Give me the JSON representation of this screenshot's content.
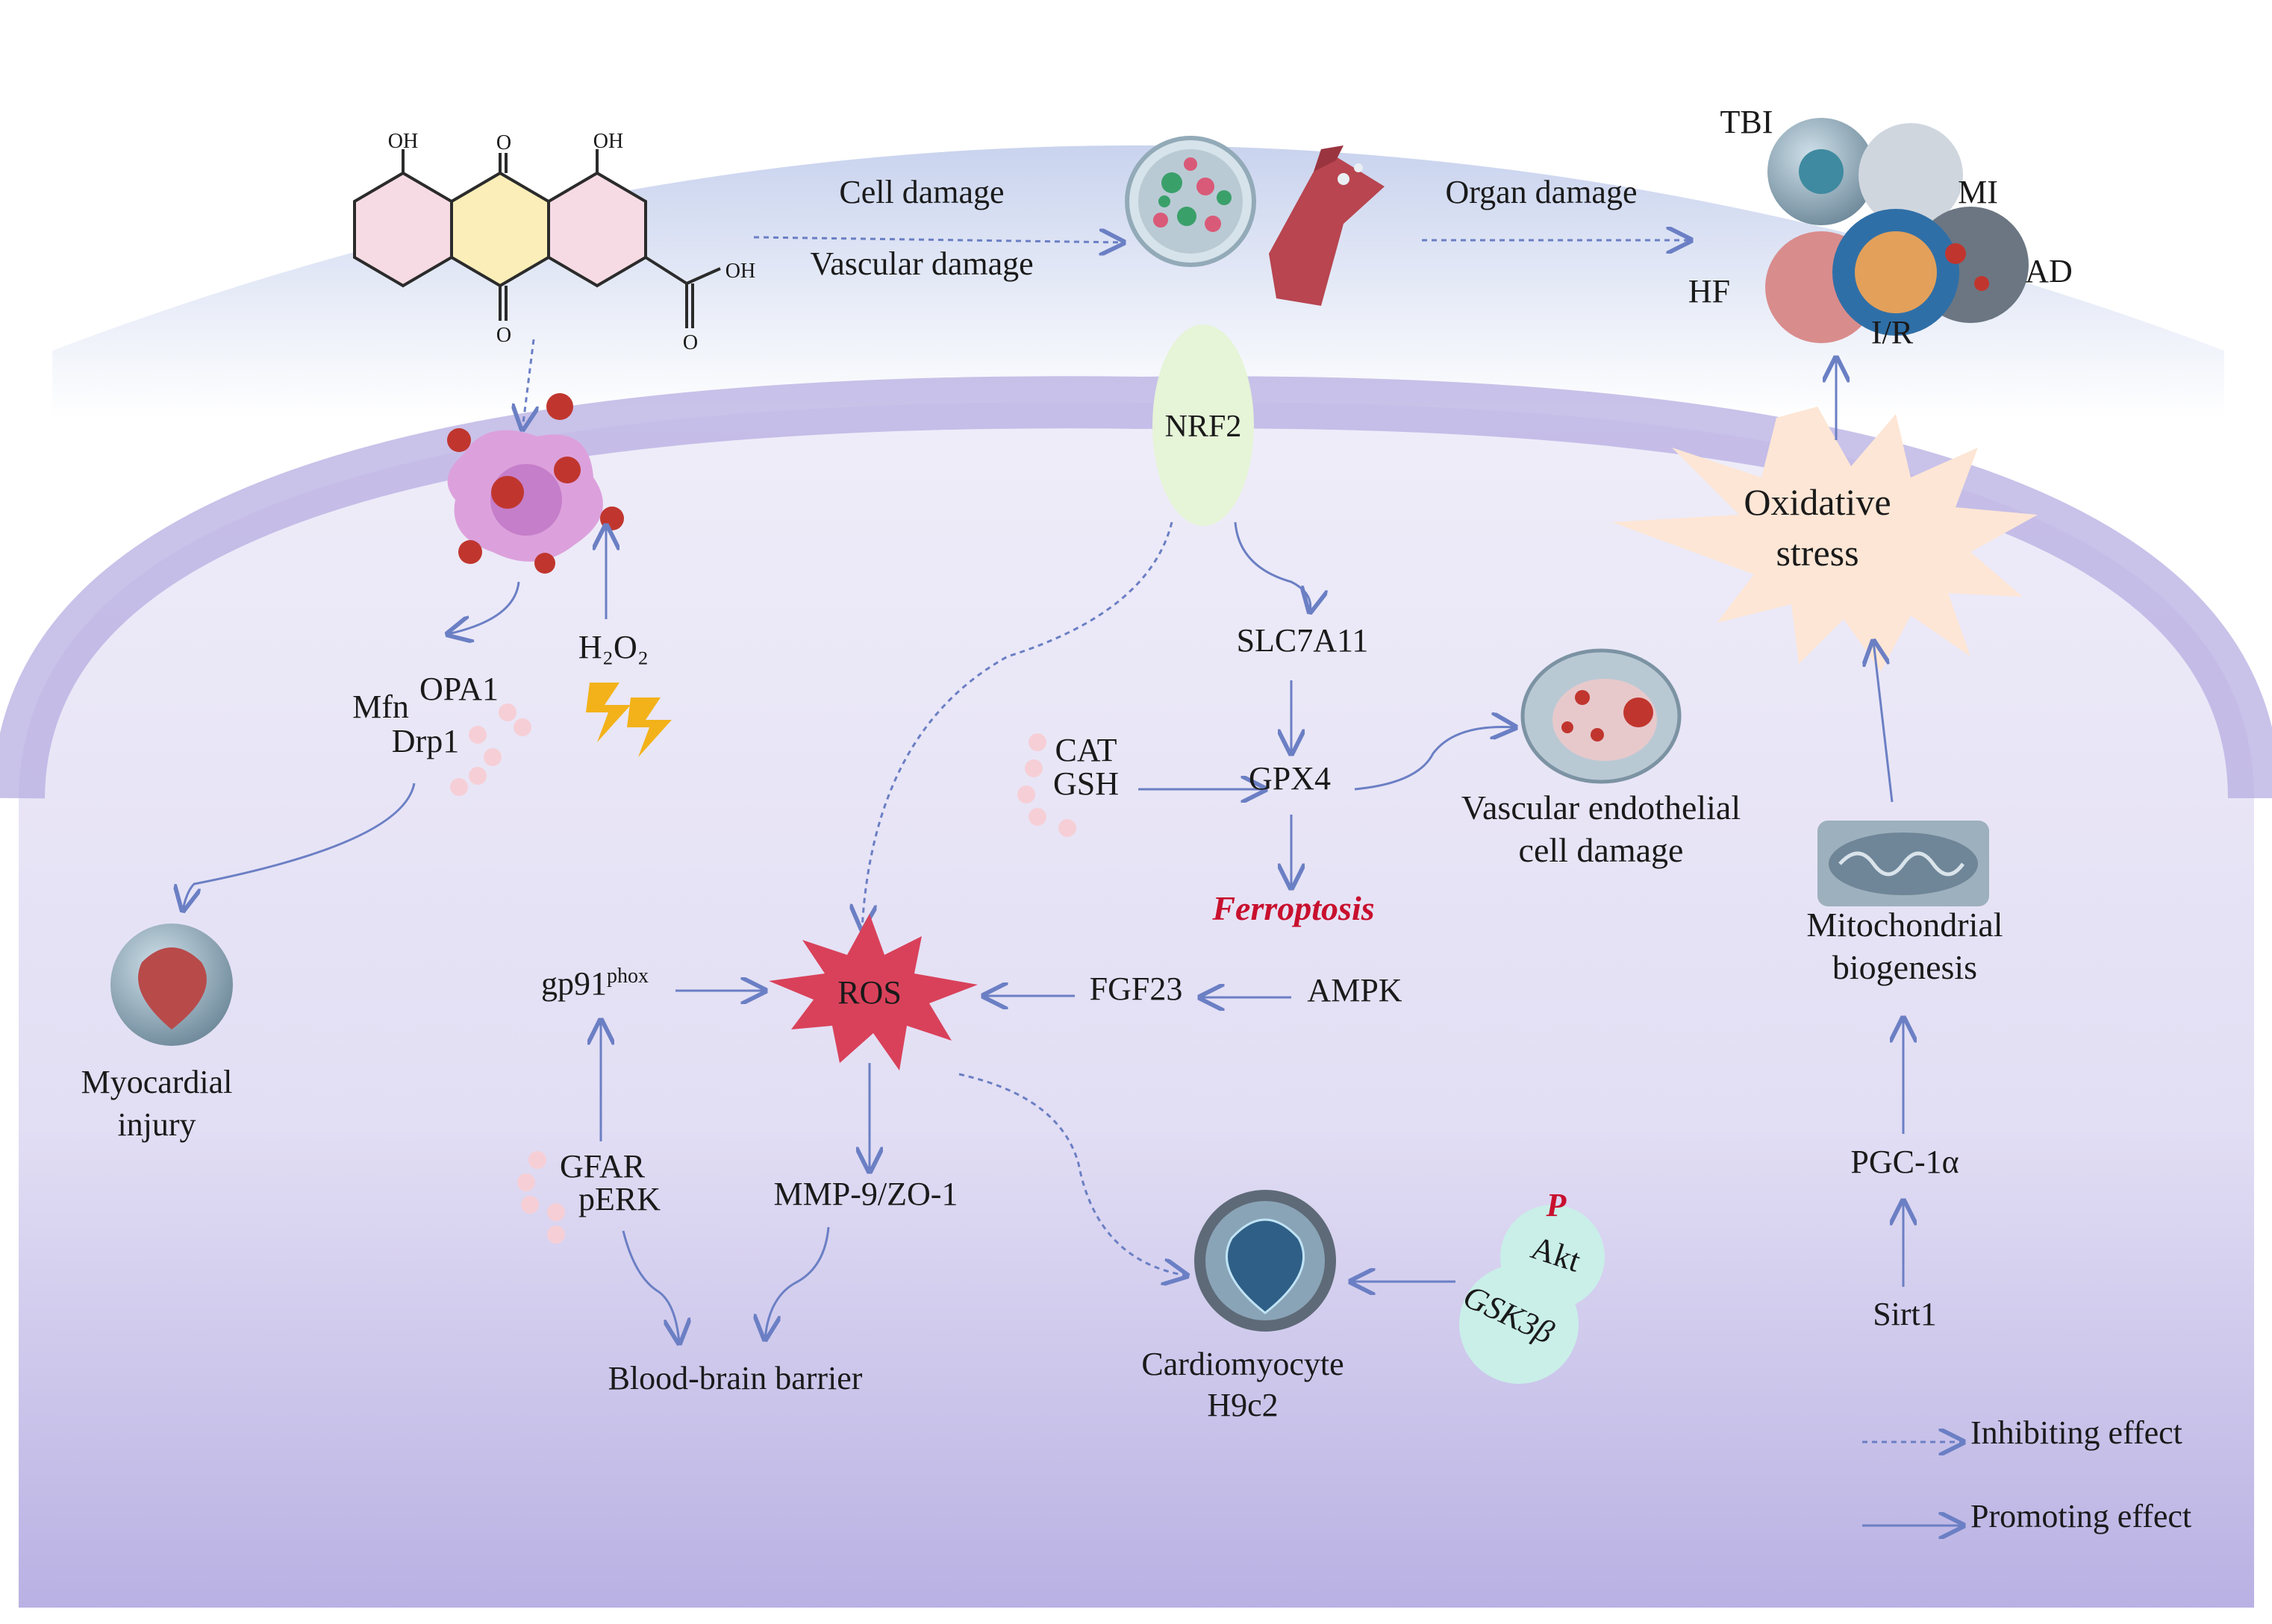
{
  "molecule": {
    "oh_left": "OH",
    "oh_right": "OH",
    "oh_acid": "OH",
    "o_top": "O",
    "o_bottom": "O",
    "o_acid": "O"
  },
  "labels": {
    "cell_damage": "Cell damage",
    "vascular_damage": "Vascular damage",
    "organ_damage": "Organ damage",
    "tbi": "TBI",
    "mi": "MI",
    "hf": "HF",
    "ad": "AD",
    "ir": "I/R",
    "nrf2": "NRF2",
    "oxidative_stress": [
      "Oxidative",
      "stress"
    ],
    "slc7a11": "SLC7A11",
    "gpx4": "GPX4",
    "cat": "CAT",
    "gsh": "GSH",
    "ferroptosis": "Ferroptosis",
    "vascular_endothelial": [
      "Vascular endothelial",
      "cell damage"
    ],
    "mitochondrial_biogenesis": [
      "Mitochondrial",
      "biogenesis"
    ],
    "pgc1a": "PGC-1α",
    "sirt1": "Sirt1",
    "opa1": "OPA1",
    "mfn": "Mfn",
    "drp1": "Drp1",
    "h2o2": "H₂O₂",
    "myocardial_injury": [
      "Myocardial",
      "injury"
    ],
    "gp91": "gp91",
    "gp91_sup": "phox",
    "ros": "ROS",
    "fgf23": "FGF23",
    "ampk": "AMPK",
    "gfar": "GFAR",
    "perk": "pERK",
    "mmp9": "MMP-9/ZO-1",
    "bbb": "Blood-brain barrier",
    "cardiomyocyte": [
      "Cardiomyocyte",
      "H9c2"
    ],
    "p": "P",
    "akt": "Akt",
    "gsk": "GSK3β"
  },
  "legend": {
    "inhibiting": "Inhibiting effect",
    "promoting": "Promoting effect"
  },
  "colors": {
    "arrow": "#6b7fc4",
    "ros": "#d9415a",
    "ferroptosis": "#c8102e",
    "nrf2_fill": "#e6f4d7",
    "akt_fill": "#c9efe8",
    "burst_fill": "#fde6d5",
    "membrane": "#b7aee2"
  }
}
